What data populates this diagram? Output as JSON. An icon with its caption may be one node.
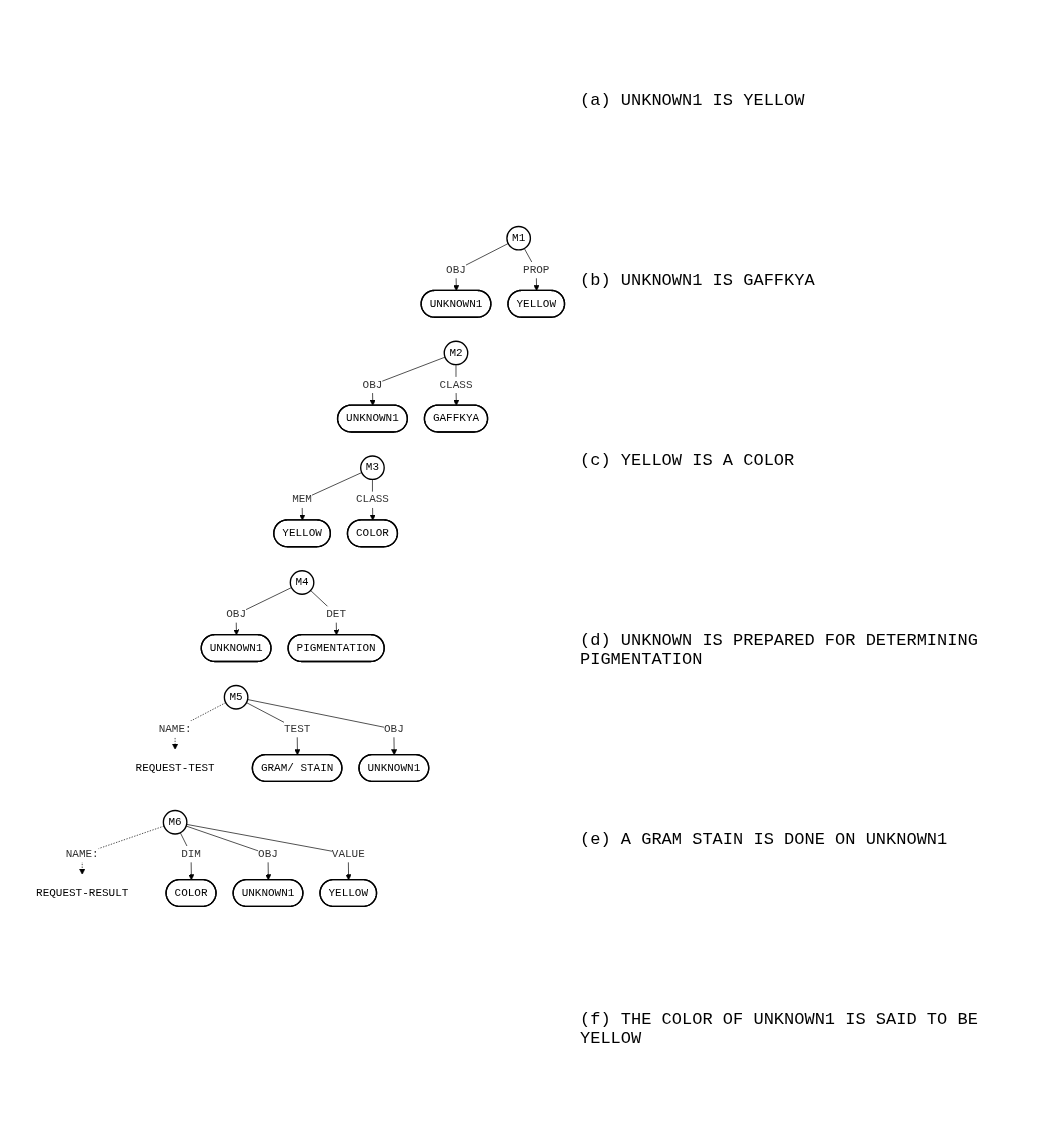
{
  "diagram": {
    "nodes": [
      {
        "text": [
          "M1"
        ]
      },
      {
        "text": [
          "UNKNOWN1"
        ]
      },
      {
        "text": [
          "YELLOW"
        ]
      },
      {
        "text": [
          "M2"
        ]
      },
      {
        "text": [
          "UNKNOWN1"
        ]
      },
      {
        "text": [
          "GAFFKYA"
        ]
      },
      {
        "text": [
          "M3"
        ]
      },
      {
        "text": [
          "YELLOW"
        ]
      },
      {
        "text": [
          "COLOR"
        ]
      },
      {
        "text": [
          "M4"
        ]
      },
      {
        "text": [
          "UNKNOWN1"
        ]
      },
      {
        "text": [
          "PIGMENTATION"
        ]
      },
      {
        "text": [
          "M5"
        ]
      },
      {
        "text": [
          "REQUEST-TEST"
        ]
      },
      {
        "text": [
          "GRAM/ STAIN"
        ]
      },
      {
        "text": [
          "UNKNOWN1"
        ]
      },
      {
        "text": [
          "M6"
        ]
      },
      {
        "text": [
          "REQUEST-RESULT"
        ]
      },
      {
        "text": [
          "COLOR"
        ]
      },
      {
        "text": [
          "UNKNOWN1"
        ]
      },
      {
        "text": [
          "YELLOW"
        ]
      }
    ],
    "edges": [
      {
        "from": 0,
        "to": 1,
        "arrow": "to",
        "label": "OBJ"
      },
      {
        "from": 0,
        "to": 2,
        "arrow": "to",
        "label": "PROP"
      },
      {
        "from": 3,
        "to": 4,
        "arrow": "to",
        "label": "OBJ"
      },
      {
        "from": 3,
        "to": 5,
        "arrow": "to",
        "label": "CLASS"
      },
      {
        "from": 6,
        "to": 7,
        "arrow": "to",
        "label": "MEM"
      },
      {
        "from": 6,
        "to": 8,
        "arrow": "to",
        "label": "CLASS"
      },
      {
        "from": 9,
        "to": 10,
        "arrow": "to",
        "label": "OBJ"
      },
      {
        "from": 9,
        "to": 11,
        "arrow": "to",
        "label": "DET"
      },
      {
        "from": 12,
        "to": 13,
        "arrow": "to",
        "label": "NAME:",
        "style": "dashed"
      },
      {
        "from": 12,
        "to": 14,
        "arrow": "to",
        "label": "TEST"
      },
      {
        "from": 12,
        "to": 15,
        "arrow": "to",
        "label": "OBJ"
      },
      {
        "from": 16,
        "to": 17,
        "arrow": "to",
        "label": "NAME:",
        "style": "dashed"
      },
      {
        "from": 16,
        "to": 18,
        "arrow": "to",
        "label": "DIM"
      },
      {
        "from": 16,
        "to": 19,
        "arrow": "to",
        "label": "OBJ"
      },
      {
        "from": 16,
        "to": 20,
        "arrow": "to",
        "label": "VALUE"
      }
    ],
    "labels": [
      "(a) UNKNOWN1 IS YELLOW",
      "(b) UNKNOWN1 IS GAFFKYA",
      "(c) YELLOW IS A COLOR",
      "(d) UNKNOWN IS PREPARED FOR DETERMINING PIGMENTATION",
      "(e) A GRAM STAIN IS DONE ON UNKNOWN1",
      "(f) THE COLOR OF UNKNOWN1 IS SAID TO BE YELLOW"
    ]
  }
}
